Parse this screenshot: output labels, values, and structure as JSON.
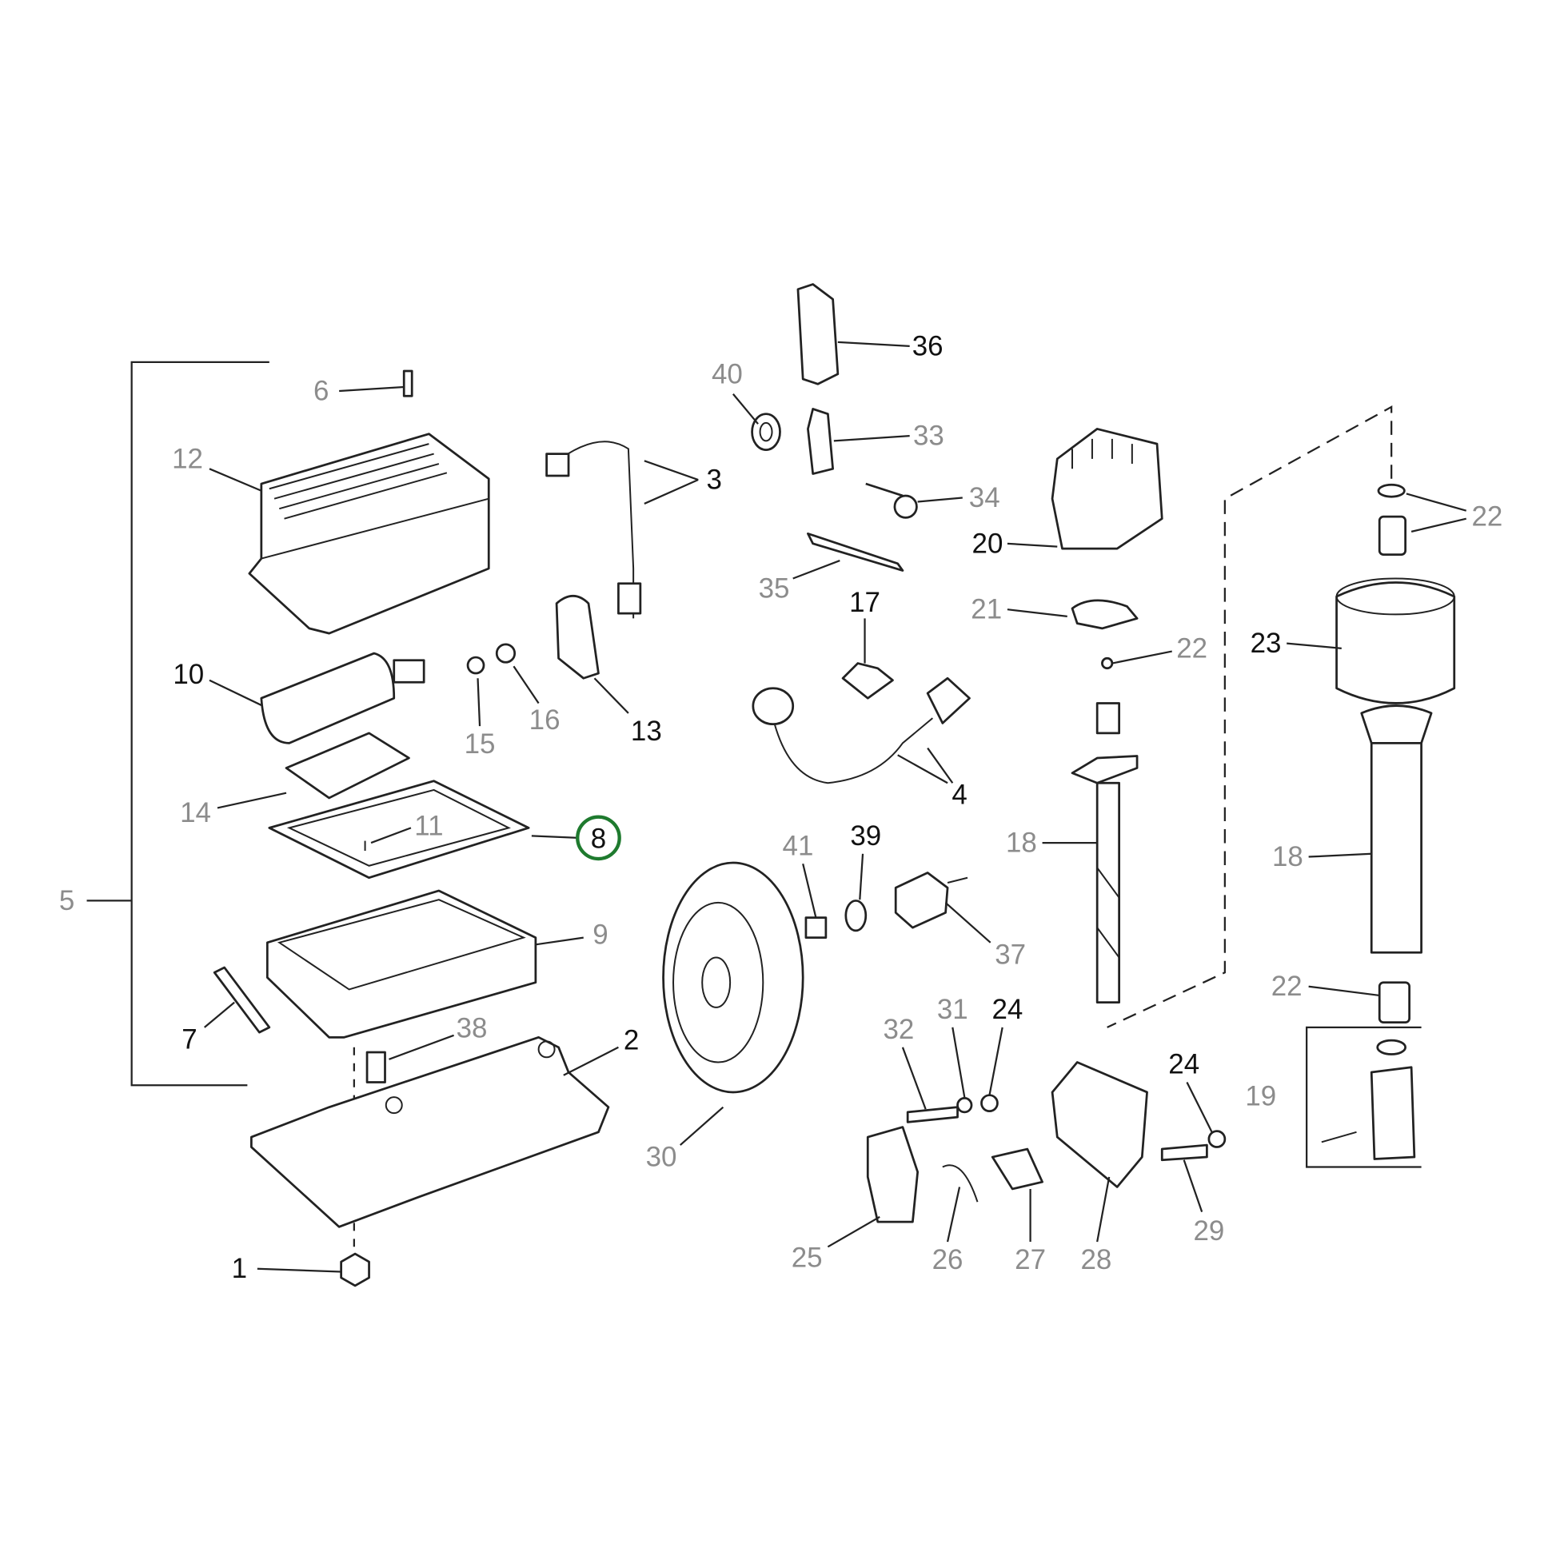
{
  "diagram": {
    "highlight_color": "#1e7a2e",
    "callouts": {
      "c1": "1",
      "c2": "2",
      "c3": "3",
      "c4": "4",
      "c5": "5",
      "c6": "6",
      "c7": "7",
      "c8": "8",
      "c9": "9",
      "c10": "10",
      "c11": "11",
      "c12": "12",
      "c13": "13",
      "c14": "14",
      "c15": "15",
      "c16": "16",
      "c17": "17",
      "c18a": "18",
      "c18b": "18",
      "c19": "19",
      "c20": "20",
      "c21": "21",
      "c22a": "22",
      "c22b": "22",
      "c22c": "22",
      "c23": "23",
      "c24a": "24",
      "c24b": "24",
      "c25": "25",
      "c26": "26",
      "c27": "27",
      "c28": "28",
      "c29": "29",
      "c30": "30",
      "c31": "31",
      "c32": "32",
      "c33": "33",
      "c34": "34",
      "c35": "35",
      "c36": "36",
      "c37": "37",
      "c38": "38",
      "c39": "39",
      "c40": "40",
      "c41": "41"
    }
  }
}
